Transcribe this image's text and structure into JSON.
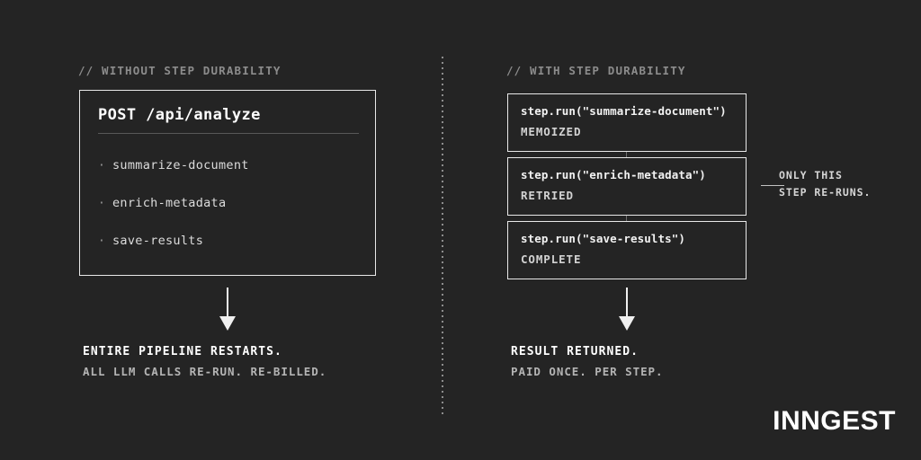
{
  "background_color": "#242424",
  "left_panel": {
    "comment_header": "// WITHOUT STEP DURABILITY",
    "box": {
      "title": "POST /api/analyze",
      "items": [
        {
          "bullet": "·",
          "label": "summarize-document"
        },
        {
          "bullet": "·",
          "label": "enrich-metadata"
        },
        {
          "bullet": "·",
          "label": "save-results"
        }
      ]
    },
    "caption": {
      "primary": "ENTIRE PIPELINE RESTARTS.",
      "secondary": "ALL LLM CALLS RE-RUN. RE-BILLED."
    }
  },
  "right_panel": {
    "comment_header": "// WITH STEP DURABILITY",
    "steps": [
      {
        "call": "step.run(\"summarize-document\")",
        "status": "MEMOIZED"
      },
      {
        "call": "step.run(\"enrich-metadata\")",
        "status": "RETRIED"
      },
      {
        "call": "step.run(\"save-results\")",
        "status": "COMPLETE"
      }
    ],
    "callout": {
      "line1": "ONLY THIS",
      "line2": "STEP RE-RUNS."
    },
    "caption": {
      "primary": "RESULT RETURNED.",
      "secondary": "PAID ONCE. PER STEP."
    }
  },
  "brand": {
    "wordmark": "INNGEST"
  }
}
